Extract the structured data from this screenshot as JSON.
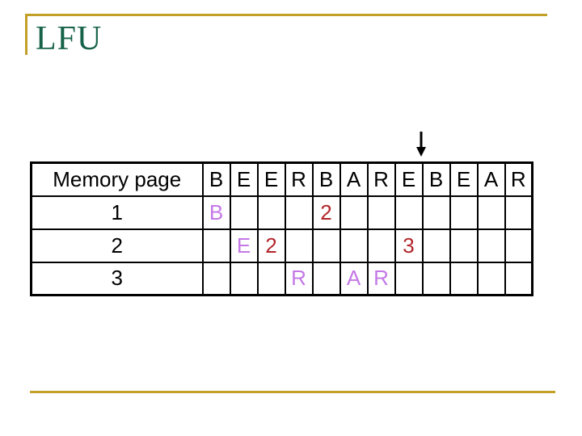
{
  "title": "LFU",
  "colors": {
    "accent_gold": "#c2a028",
    "title_green": "#17624a",
    "loaded_purple": "#c478e6",
    "fault_red": "#b2252a",
    "table_border": "#000000",
    "arrow_black": "#000000"
  },
  "arrow": {
    "symbol": "down-arrow",
    "above_column_index": 7
  },
  "table": {
    "header_label": "Memory page",
    "reference_string": [
      "B",
      "E",
      "E",
      "R",
      "B",
      "A",
      "R",
      "E",
      "B",
      "E",
      "A",
      "R"
    ],
    "column_count": 12,
    "rows": [
      {
        "label": "1",
        "entries": [
          {
            "col": 0,
            "text": "B",
            "color": "loaded_purple"
          },
          {
            "col": 4,
            "text": "2",
            "color": "fault_red"
          }
        ]
      },
      {
        "label": "2",
        "entries": [
          {
            "col": 1,
            "text": "E",
            "color": "loaded_purple"
          },
          {
            "col": 2,
            "text": "2",
            "color": "fault_red"
          },
          {
            "col": 7,
            "text": "3",
            "color": "fault_red"
          }
        ]
      },
      {
        "label": "3",
        "entries": [
          {
            "col": 3,
            "text": "R",
            "color": "loaded_purple"
          },
          {
            "col": 5,
            "text": "A",
            "color": "loaded_purple"
          },
          {
            "col": 6,
            "text": "R",
            "color": "loaded_purple"
          }
        ]
      }
    ]
  }
}
